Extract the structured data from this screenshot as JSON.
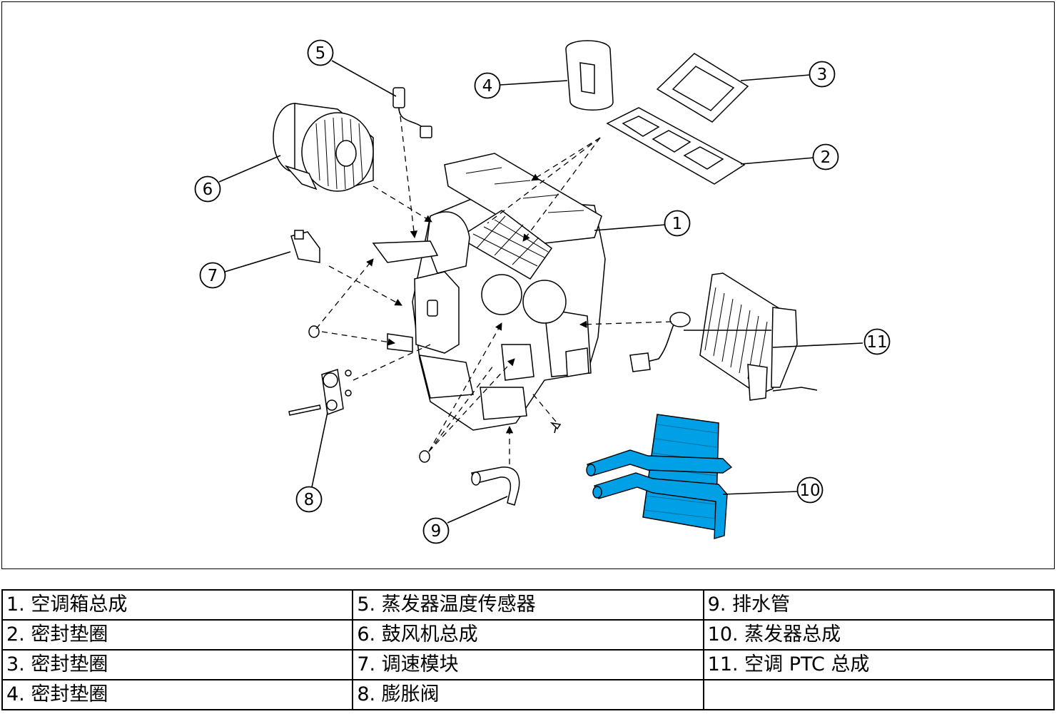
{
  "callouts": [
    "1",
    "2",
    "3",
    "4",
    "5",
    "6",
    "7",
    "8",
    "9",
    "10",
    "11"
  ],
  "legend": {
    "rows": [
      [
        "1. 空调箱总成",
        "5. 蒸发器温度传感器",
        "9. 排水管"
      ],
      [
        "2. 密封垫圈",
        "6. 鼓风机总成",
        "10. 蒸发器总成"
      ],
      [
        "3. 密封垫圈",
        "7. 调速模块",
        "11. 空调 PTC 总成"
      ],
      [
        "4. 密封垫圈",
        "8. 膨胀阀",
        ""
      ]
    ]
  },
  "colors": {
    "evaporator_highlight": "#00a0e6",
    "line": "#000000",
    "background": "#ffffff"
  }
}
